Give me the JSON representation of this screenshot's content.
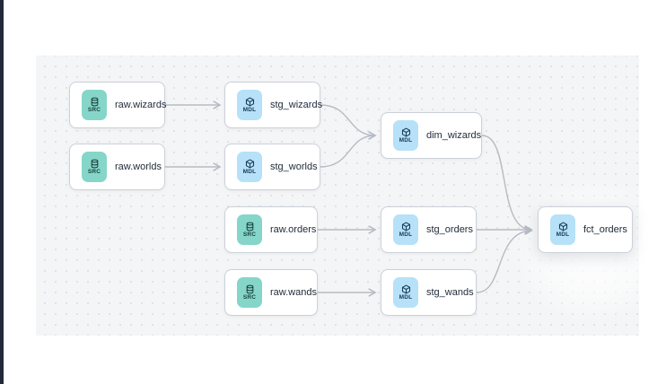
{
  "canvas": {
    "background": "#f4f5f6",
    "dot_color": "#d9dce1"
  },
  "colors": {
    "window_left_edge": "#222938",
    "edge_line": "#b6bbc4",
    "node_border": "#ccd1d9",
    "node_background": "#ffffff",
    "src_badge_background": "#85d6c9",
    "src_badge_text": "#183f3b",
    "mdl_badge_background": "#b6e1f8",
    "mdl_badge_text": "#173a55",
    "node_label_text": "#222d3b"
  },
  "nodes": [
    {
      "id": "raw_wizards",
      "label": "raw.wizards",
      "badge": "SRC",
      "icon": "database-icon"
    },
    {
      "id": "stg_wizards",
      "label": "stg_wizards",
      "badge": "MDL",
      "icon": "cube-icon"
    },
    {
      "id": "raw_worlds",
      "label": "raw.worlds",
      "badge": "SRC",
      "icon": "database-icon"
    },
    {
      "id": "stg_worlds",
      "label": "stg_worlds",
      "badge": "MDL",
      "icon": "cube-icon"
    },
    {
      "id": "dim_wizards",
      "label": "dim_wizards",
      "badge": "MDL",
      "icon": "cube-icon"
    },
    {
      "id": "raw_orders",
      "label": "raw.orders",
      "badge": "SRC",
      "icon": "database-icon"
    },
    {
      "id": "stg_orders",
      "label": "stg_orders",
      "badge": "MDL",
      "icon": "cube-icon"
    },
    {
      "id": "raw_wands",
      "label": "raw.wands",
      "badge": "SRC",
      "icon": "database-icon"
    },
    {
      "id": "stg_wands",
      "label": "stg_wands",
      "badge": "MDL",
      "icon": "cube-icon"
    },
    {
      "id": "fct_orders",
      "label": "fct_orders",
      "badge": "MDL",
      "icon": "cube-icon",
      "highlighted": true
    }
  ],
  "edges": [
    {
      "from": "raw_wizards",
      "to": "stg_wizards"
    },
    {
      "from": "raw_worlds",
      "to": "stg_worlds"
    },
    {
      "from": "stg_wizards",
      "to": "dim_wizards"
    },
    {
      "from": "stg_worlds",
      "to": "dim_wizards"
    },
    {
      "from": "raw_orders",
      "to": "stg_orders"
    },
    {
      "from": "raw_wands",
      "to": "stg_wands"
    },
    {
      "from": "dim_wizards",
      "to": "fct_orders"
    },
    {
      "from": "stg_orders",
      "to": "fct_orders"
    },
    {
      "from": "stg_wands",
      "to": "fct_orders"
    }
  ]
}
